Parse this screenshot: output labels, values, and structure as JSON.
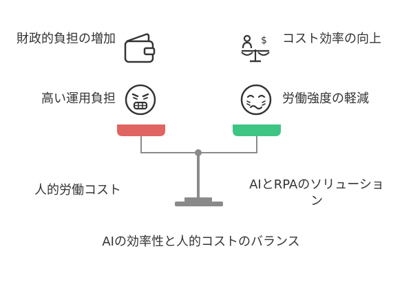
{
  "left": {
    "item_top": "財政的負担の増加",
    "item_mid": "高い運用負担",
    "pan_label": "人的労働コスト",
    "pan_color": "#E06461"
  },
  "right": {
    "item_top": "コスト効率の向上",
    "item_mid": "労働強度の軽減",
    "pan_label": "AIとRPAのソリューション",
    "pan_color": "#3EC584"
  },
  "caption": "AIの効率性と人的コストのバランス",
  "colors": {
    "beam": "#8A8A8A",
    "text": "#333333",
    "icon_stroke": "#333333"
  },
  "icons": {
    "left_top": "wallet-icon",
    "left_mid": "stressed-face-icon",
    "right_top": "person-dollar-scale-icon",
    "right_mid": "tired-face-icon"
  }
}
